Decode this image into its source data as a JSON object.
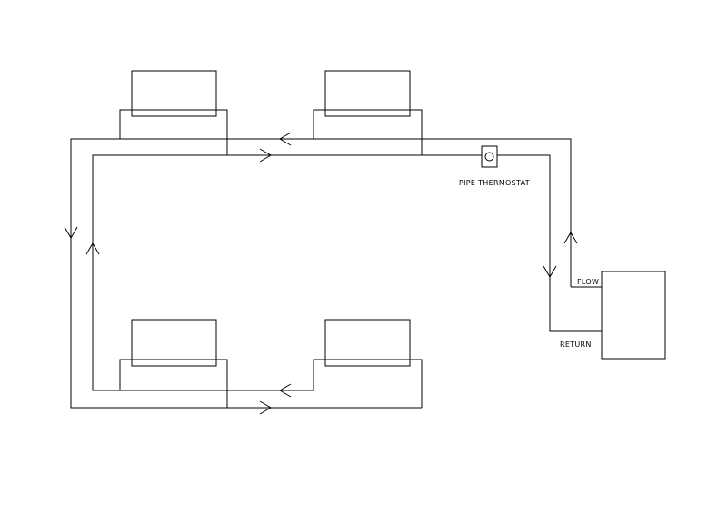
{
  "labels": {
    "pipe_thermostat": "PIPE THERMOSTAT",
    "flow": "FLOW",
    "return": "RETURN"
  },
  "colors": {
    "line": "#000000",
    "background": "#ffffff"
  }
}
